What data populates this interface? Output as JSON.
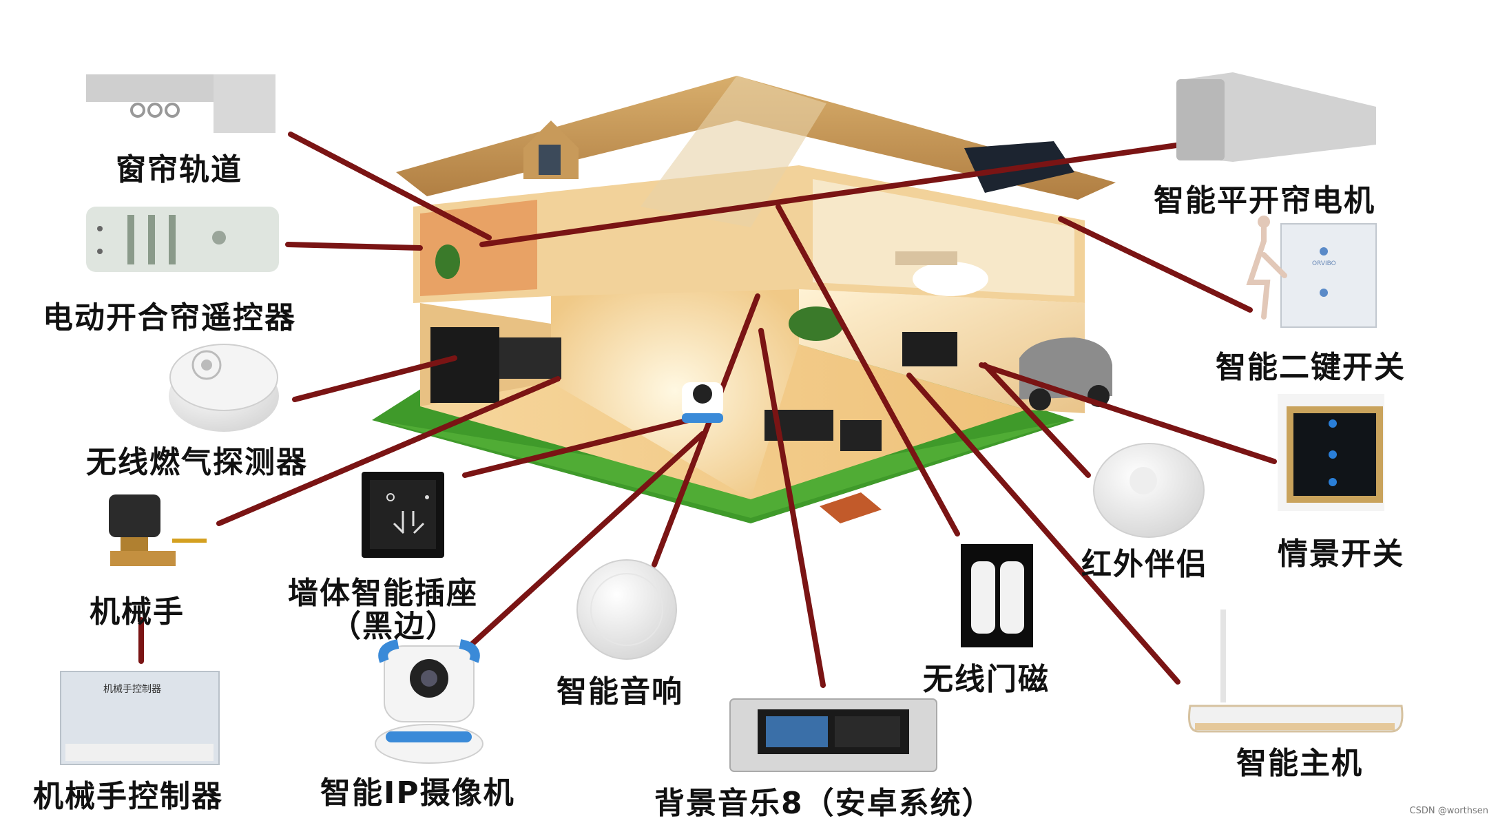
{
  "labels": {
    "curtain_track": "窗帘轨道",
    "curtain_remote": "电动开合帘遥控器",
    "gas_detector": "无线燃气探测器",
    "manipulator": "机械手",
    "manipulator_controller": "机械手控制器",
    "wall_socket_line1": "墙体智能插座",
    "wall_socket_line2": "（黑边）",
    "ip_camera": "智能IP摄像机",
    "smart_speaker": "智能音响",
    "bg_music": "背景音乐8（安卓系统）",
    "door_sensor": "无线门磁",
    "ir_companion": "红外伴侣",
    "smart_host": "智能主机",
    "curtain_motor": "智能平开帘电机",
    "two_key_switch": "智能二键开关",
    "scene_switch": "情景开关"
  },
  "device_text": {
    "manipulator_controller_plate": "机械手控制器",
    "switch_brand": "ORVIBO"
  },
  "watermark": "CSDN @worthsen",
  "colors": {
    "connector": "#7a1414",
    "roof": "#c89a5a",
    "wall": "#f3d9a8",
    "grass": "#3f9a2a",
    "label": "#111111"
  },
  "icons": [
    "curtain-track-icon",
    "remote-icon",
    "gas-detector-icon",
    "valve-manipulator-icon",
    "controller-box-icon",
    "wall-socket-icon",
    "ip-camera-icon",
    "speaker-icon",
    "music-panel-icon",
    "door-sensor-icon",
    "ir-blaster-icon",
    "smart-hub-icon",
    "curtain-motor-icon",
    "two-key-switch-icon",
    "scene-switch-icon",
    "house-cutaway-illustration"
  ]
}
